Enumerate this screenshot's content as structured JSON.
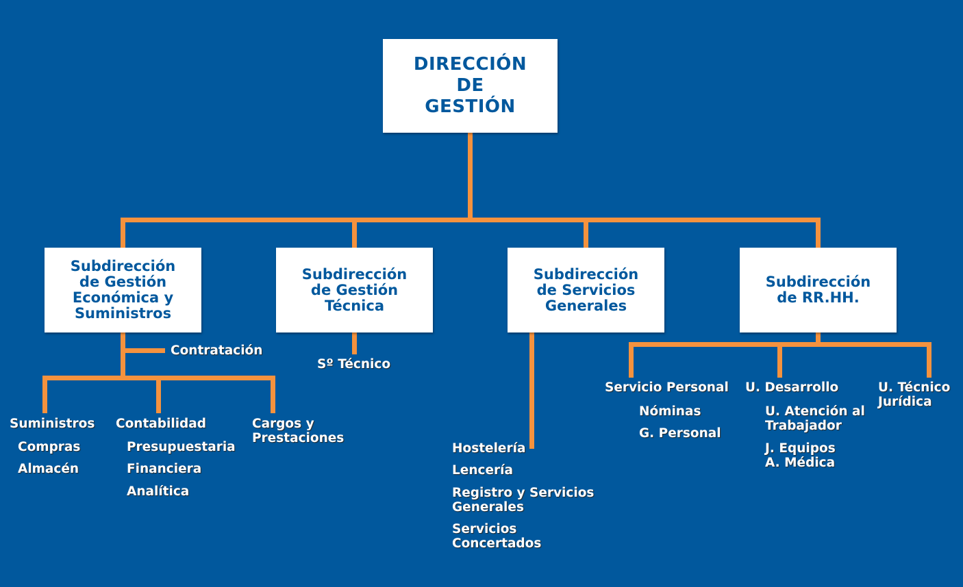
{
  "colors": {
    "background": "#01589d",
    "connector": "#f5923e",
    "box_fill": "#ffffff",
    "box_text": "#01589d",
    "label_text": "#ffffff"
  },
  "top": {
    "line1": "DIRECCIÓN",
    "line2": "DE",
    "line3": "GESTIÓN"
  },
  "subs": {
    "economica": {
      "line1": "Subdirección",
      "line2": "de Gestión",
      "line3": "Económica y",
      "line4": "Suministros"
    },
    "tecnica": {
      "line1": "Subdirección",
      "line2": "de Gestión",
      "line3": "Técnica"
    },
    "servicios": {
      "line1": "Subdirección",
      "line2": "de Servicios",
      "line3": "Generales"
    },
    "rrhh": {
      "line1": "Subdirección",
      "line2": "de RR.HH."
    }
  },
  "economica": {
    "contratacion": "Contratación",
    "suministros": {
      "title": "Suministros",
      "items": [
        "Compras",
        "Almacén"
      ]
    },
    "contabilidad": {
      "title": "Contabilidad",
      "items": [
        "Presupuestaria",
        "Financiera",
        "Analítica"
      ]
    },
    "cargos": {
      "line1": "Cargos y",
      "line2": "Prestaciones"
    }
  },
  "tecnica": {
    "servicio_tecnico": "Sº Técnico"
  },
  "servicios": {
    "hosteleria": "Hostelería",
    "lenceria": "Lencería",
    "registro": {
      "line1": "Registro y Servicios",
      "line2": "Generales"
    },
    "concertados": {
      "line1": "Servicios",
      "line2": "Concertados"
    }
  },
  "rrhh": {
    "personal": {
      "title": "Servicio Personal",
      "items": [
        "Nóminas",
        "G. Personal"
      ]
    },
    "desarrollo": {
      "title": "U. Desarrollo",
      "atencion": {
        "line1": "U. Atención al",
        "line2": "Trabajador"
      },
      "equipos": {
        "line1": "J. Equipos",
        "line2": "A. Médica"
      }
    },
    "juridica": {
      "line1": "U. Técnico",
      "line2": "Jurídica"
    }
  }
}
